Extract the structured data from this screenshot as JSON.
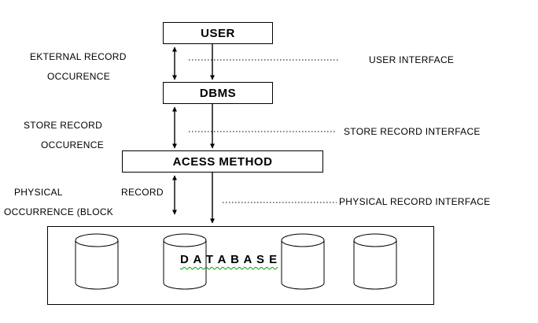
{
  "diagram": {
    "nodes": {
      "user": "USER",
      "dbms": "DBMS",
      "access_method": "ACESS METHOD",
      "database": "D A T A B A S E"
    },
    "labels": {
      "external_record_1": "EKTERNAL RECORD",
      "external_record_2": "OCCURENCE",
      "store_record_1": "STORE RECORD",
      "store_record_2": "OCCURENCE",
      "physical_1": "PHYSICAL",
      "physical_2": "OCCURRENCE (BLOCK",
      "record": "RECORD",
      "user_interface": "USER INTERFACE",
      "store_record_interface": "STORE RECORD INTERFACE",
      "physical_record_interface": "PHYSICAL RECORD INTERFACE"
    },
    "colors": {
      "line": "#000000",
      "box_border": "#000000",
      "background": "#ffffff",
      "spellcheck_underline": "#00a000"
    }
  }
}
